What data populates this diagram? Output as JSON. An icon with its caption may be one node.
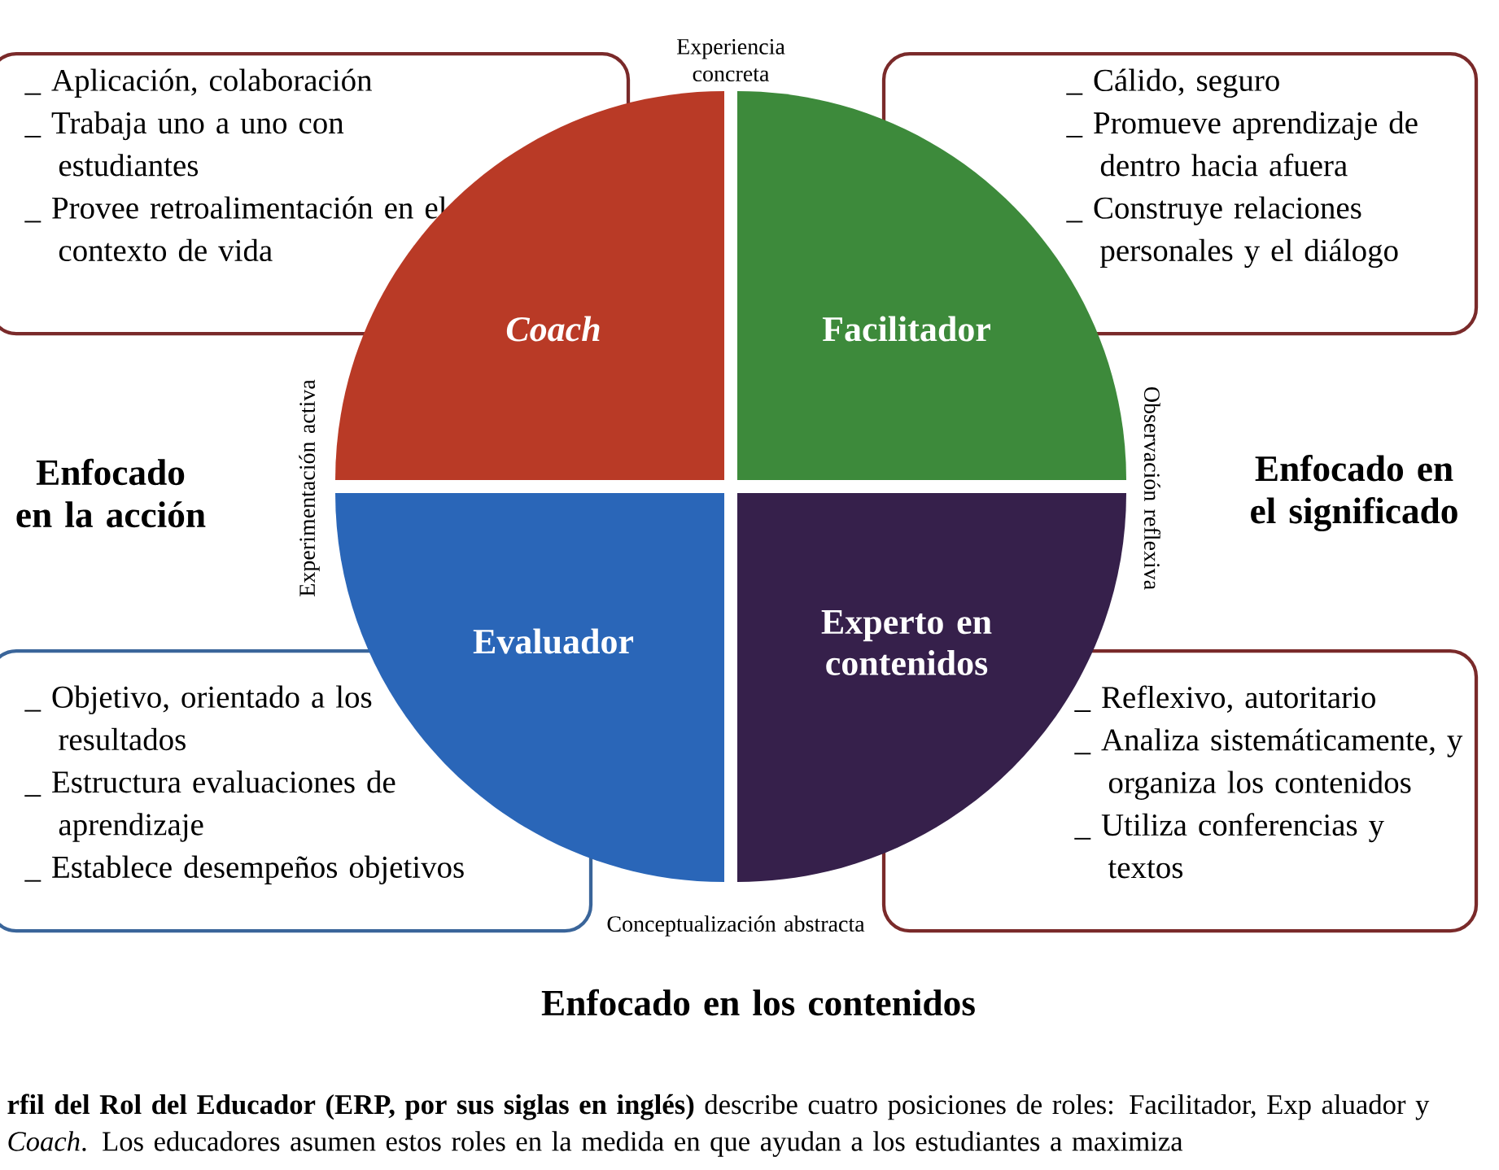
{
  "diagram": {
    "caption": "**rfil del Rol del Educador (ERP, por sus siglas en inglés)** describe cuatro posiciones de roles: Facilitador, Exp aluador y *Coach*. Los educadores asumen estos roles en la medida en que ayudan a los estudiantes a maximiza",
    "nodes": [
      {
        "text": [
          "Coach"
        ]
      },
      {
        "text": [
          "Facilitador"
        ]
      },
      {
        "text": [
          "Evaluador"
        ]
      },
      {
        "text": [
          "Experto en contenidos"
        ]
      },
      {
        "text": [
          "_ Aplicación, colaboración",
          "_ Trabaja uno a uno con estudiantes",
          "_ Provee retroalimentación en el contexto de vida"
        ]
      },
      {
        "text": [
          "_ Cálido, seguro",
          "_ Promueve aprendizaje de dentro hacia afuera",
          "_ Construye relaciones personales y el diálogo"
        ]
      },
      {
        "text": [
          "_ Objetivo, orientado a los resultados",
          "_ Estructura evaluaciones de aprendizaje",
          "_ Establece desempeños objetivos"
        ]
      },
      {
        "text": [
          "_ Reflexivo, autoritario",
          "_ Analiza sistemáticamente, y organiza los contenidos",
          "_ Utiliza conferencias y textos"
        ]
      }
    ],
    "edges": [],
    "labels": [
      "Experiencia concreta",
      "Experimentación activa",
      "Observación reflexiva",
      "Enfocado en la acción",
      "Enfocado en el significado",
      "Conceptualización abstracta",
      "Enfocado en los contenidos"
    ]
  }
}
